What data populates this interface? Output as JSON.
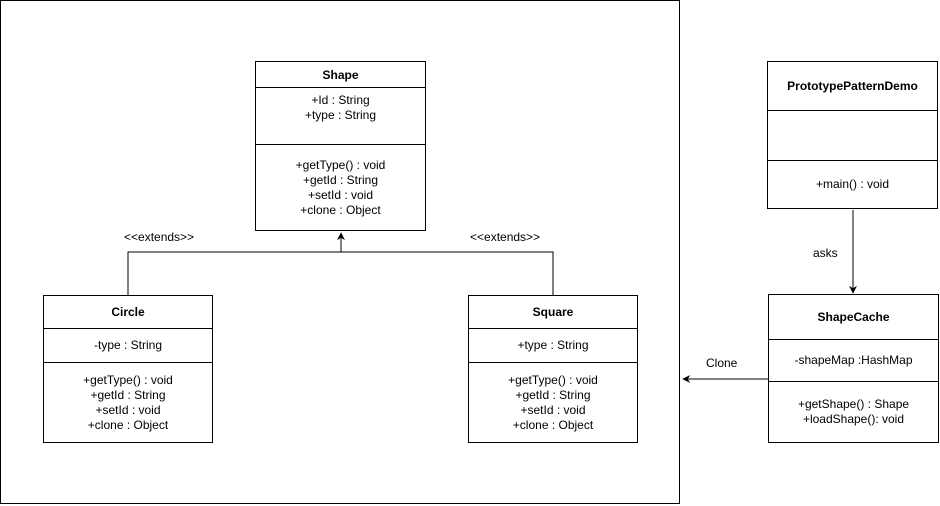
{
  "classes": {
    "shape": {
      "name": "Shape",
      "attributes": [
        "+Id : String",
        "+type : String"
      ],
      "methods": [
        "+getType() : void",
        "+getId : String",
        "+setId : void",
        "+clone : Object"
      ]
    },
    "circle": {
      "name": "Circle",
      "attributes": [
        "-type : String"
      ],
      "methods": [
        "+getType() : void",
        "+getId : String",
        "+setId : void",
        "+clone : Object"
      ]
    },
    "square": {
      "name": "Square",
      "attributes": [
        "+type : String"
      ],
      "methods": [
        "+getType() : void",
        "+getId : String",
        "+setId : void",
        "+clone : Object"
      ]
    },
    "demo": {
      "name": "PrototypePatternDemo",
      "attributes": [],
      "methods": [
        "+main() : void"
      ]
    },
    "cache": {
      "name": "ShapeCache",
      "attributes": [
        "-shapeMap :HashMap"
      ],
      "methods": [
        "+getShape() : Shape",
        "+loadShape(): void"
      ]
    }
  },
  "labels": {
    "extends_left": "<<extends>>",
    "extends_right": "<<extends>>",
    "asks": "asks",
    "clone": "Clone"
  }
}
